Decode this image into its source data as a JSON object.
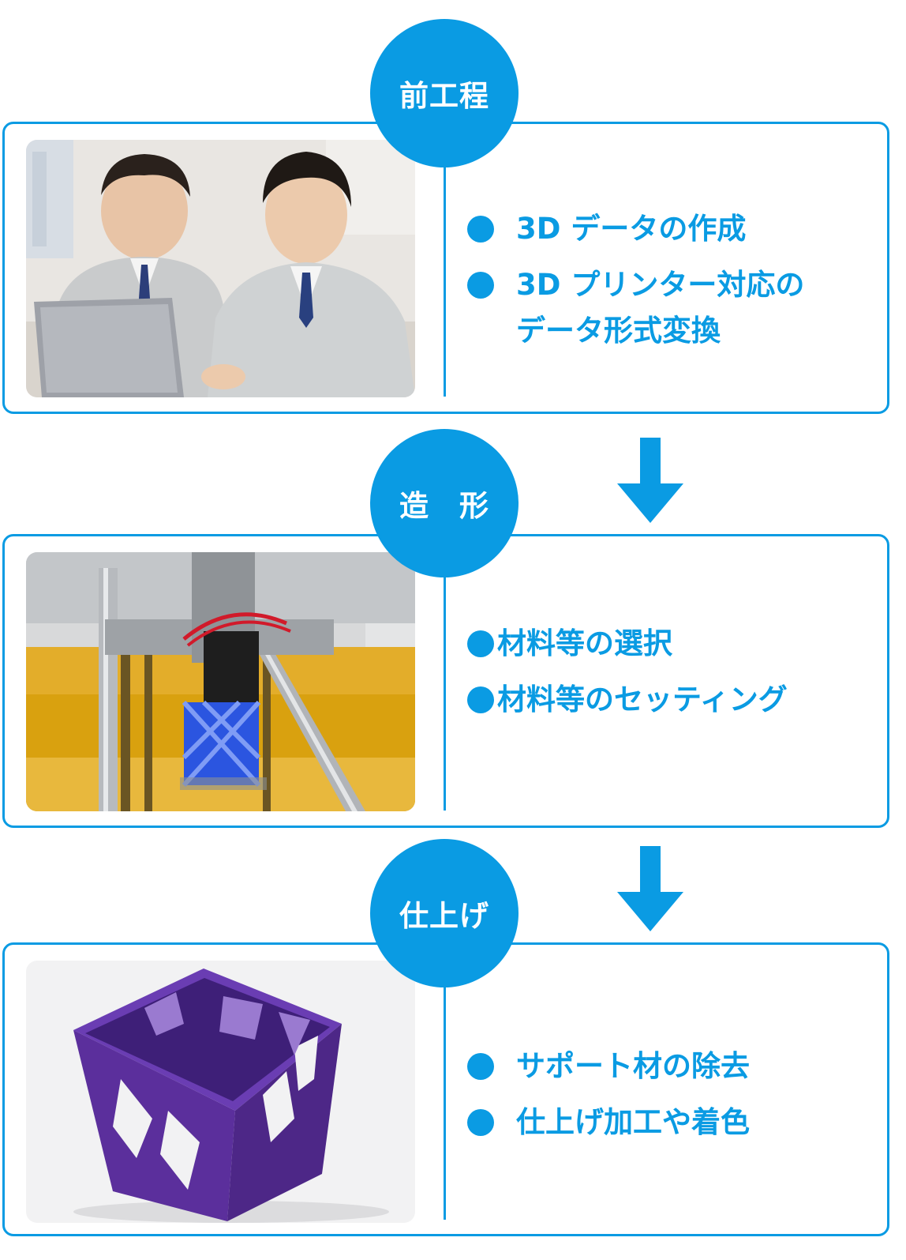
{
  "steps": [
    {
      "label": "前工程",
      "photo": "engineers-laptop-photo",
      "items": [
        "3D データの作成",
        "3D プリンター対応の\nデータ形式変換"
      ]
    },
    {
      "label": "造　形",
      "photo": "3d-printer-photo",
      "items": [
        "材料等の選択",
        "材料等のセッティング"
      ]
    },
    {
      "label": "仕上げ",
      "photo": "printed-lattice-cup-photo",
      "items": [
        "サポート材の除去",
        "仕上げ加工や着色"
      ]
    }
  ],
  "colors": {
    "accent": "#0a9be3",
    "cup": "#5b2f9c",
    "filament": "#2b55e0"
  },
  "icons": [
    "circle-bullet-icon",
    "down-arrow-icon"
  ]
}
